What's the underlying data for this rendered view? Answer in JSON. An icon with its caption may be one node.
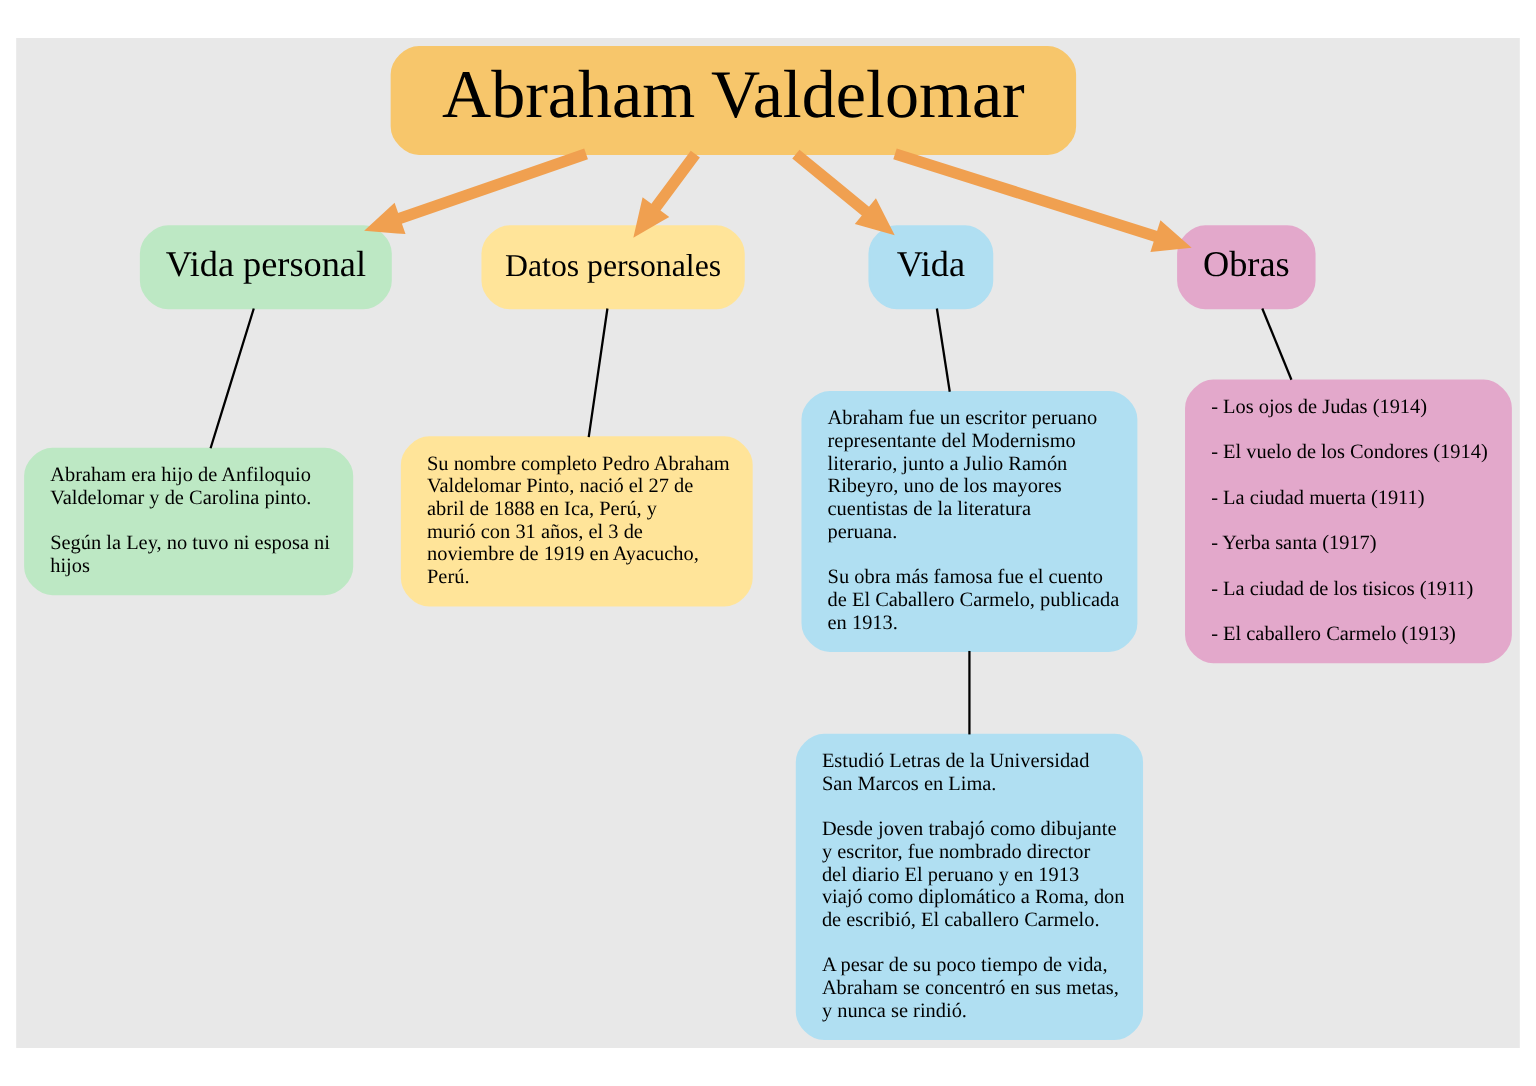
{
  "diagram": {
    "nodes": [
      {
        "text": [
          "Abraham Valdelomar"
        ]
      },
      {
        "text": [
          "Vida personal"
        ]
      },
      {
        "text": [
          "Datos personales"
        ]
      },
      {
        "text": [
          "Vida"
        ]
      },
      {
        "text": [
          "Obras"
        ]
      },
      {
        "text": [
          "Abraham era hijo de Anfiloquio Valdelomar y de Carolina pinto.",
          "Según la Ley, no tuvo ni esposa ni hijos"
        ]
      },
      {
        "text": [
          "Su nombre completo Pedro Abraham Valdelomar Pinto, nació el 27 de abril de 1888 en Ica, Perú, y murió con 31 años, el 3 de noviembre de 1919 en Ayacucho, Perú."
        ]
      },
      {
        "text": [
          "Abraham fue un escritor peruano representante del Modernismo literario, junto a Julio Ramón Ribeyro, uno de los mayores cuentistas de la literatura peruana.",
          "Su obra más famosa fue el cuento de El Caballero Carmelo, publicada en 1913."
        ]
      },
      {
        "text": [
          "- Los ojos de Judas (1914)",
          "- El vuelo de los Condores (1914)",
          "- La ciudad muerta (1911)",
          "- Yerba santa (1917)",
          "- La ciudad de los tisicos (1911)",
          "- El caballero Carmelo (1913)"
        ]
      },
      {
        "text": [
          "Estudió Letras de la Universidad San Marcos en Lima.",
          "Desde joven trabajó como dibujante y escritor, fue nombrado director del diario El peruano y en 1913 viajó como diplomático a Roma, don de escribió, El caballero Carmelo.",
          "A pesar de su poco tiempo de vida, Abraham se concentró en sus metas, y nunca se rindió."
        ]
      }
    ],
    "edges": [
      {
        "from": 0,
        "to": 1,
        "arrow": "to",
        "style": "thick",
        "color": "#f0a050"
      },
      {
        "from": 0,
        "to": 2,
        "arrow": "to",
        "style": "thick",
        "color": "#f0a050"
      },
      {
        "from": 0,
        "to": 3,
        "arrow": "to",
        "style": "thick",
        "color": "#f0a050"
      },
      {
        "from": 0,
        "to": 4,
        "arrow": "to",
        "style": "thick",
        "color": "#f0a050"
      },
      {
        "from": 1,
        "to": 5,
        "arrow": "none"
      },
      {
        "from": 2,
        "to": 6,
        "arrow": "none"
      },
      {
        "from": 3,
        "to": 7,
        "arrow": "none"
      },
      {
        "from": 4,
        "to": 8,
        "arrow": "none"
      },
      {
        "from": 7,
        "to": 9,
        "arrow": "none"
      }
    ]
  }
}
